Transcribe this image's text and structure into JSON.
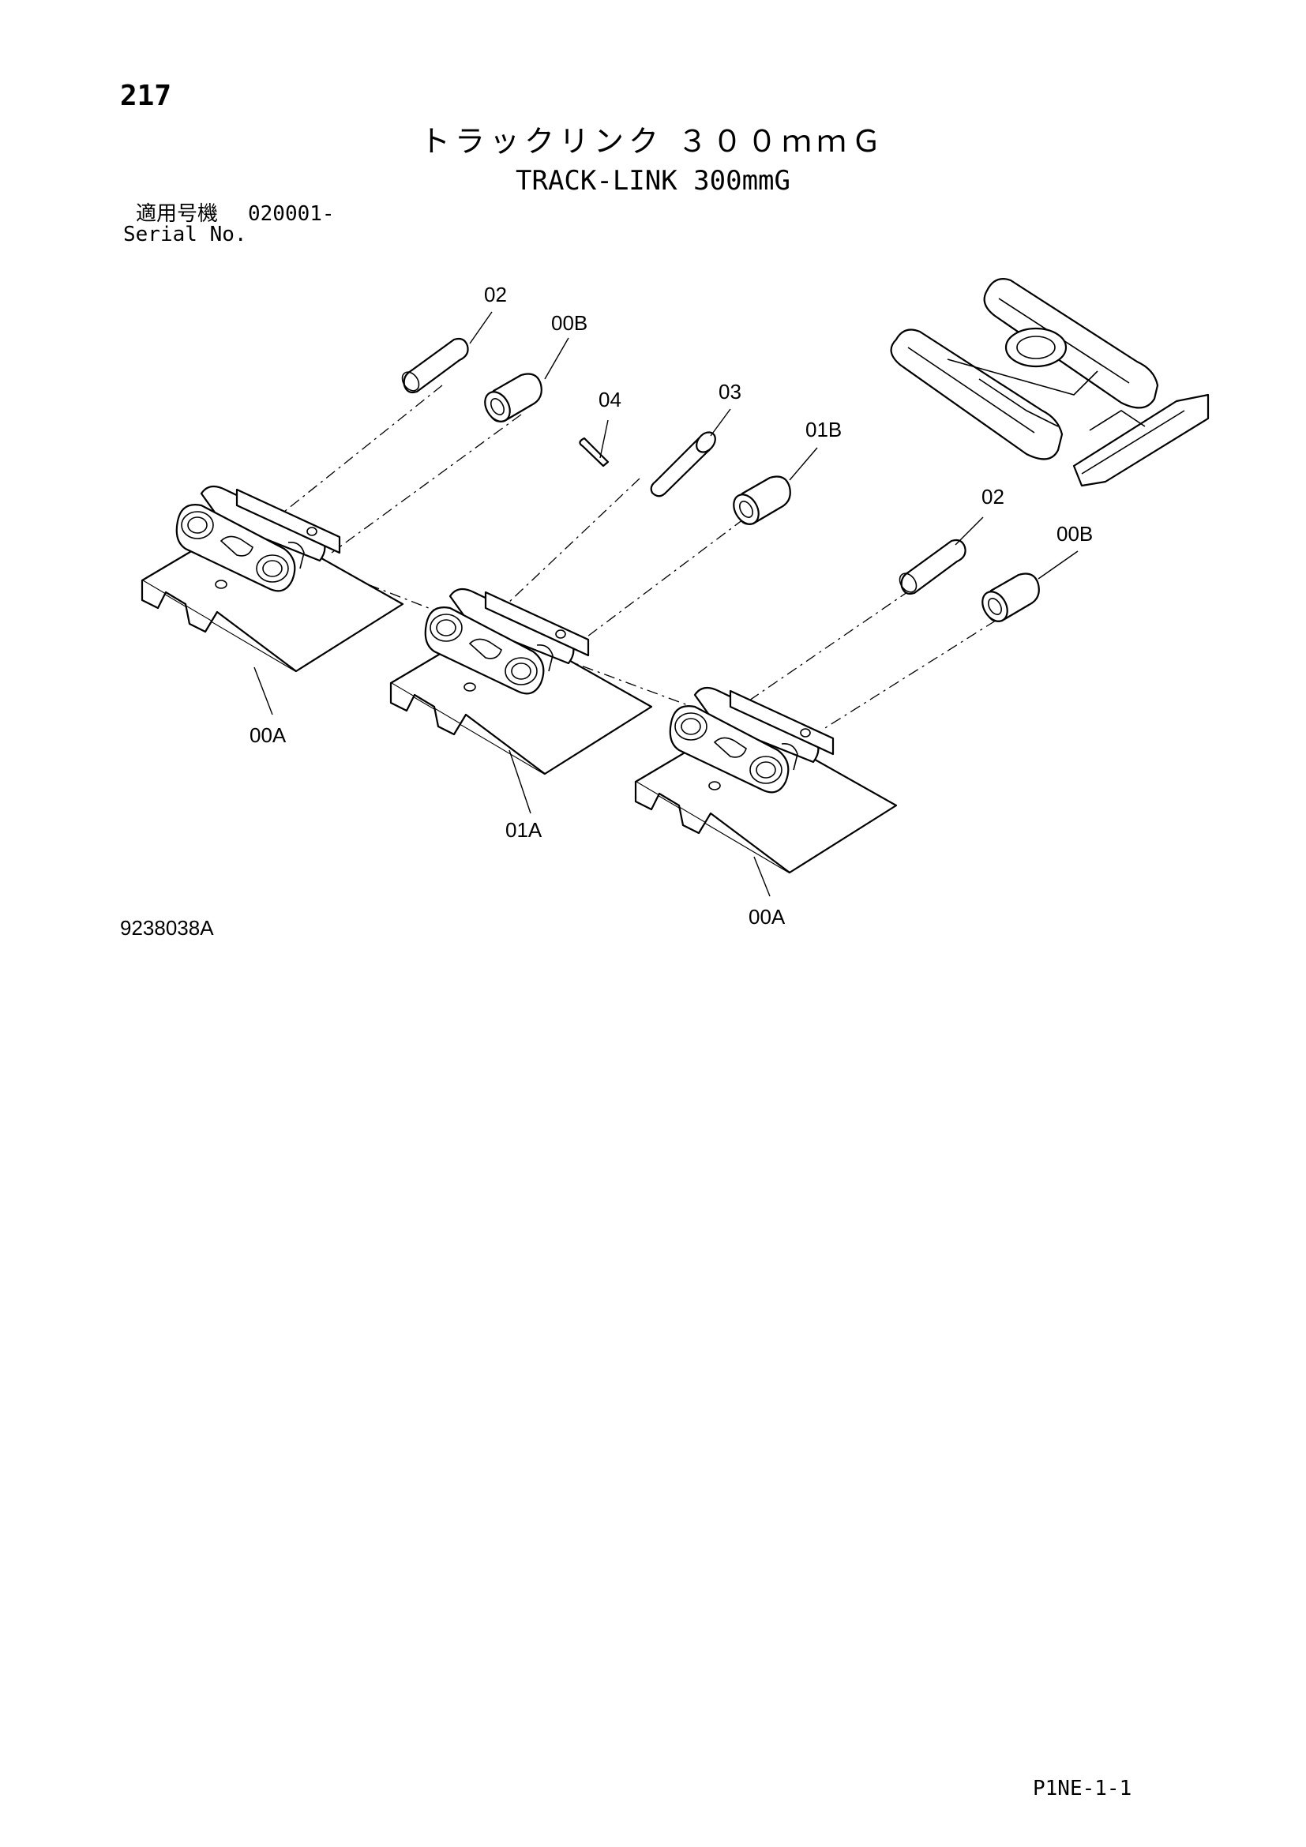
{
  "header": {
    "page_number": "217",
    "title_jp": "トラックリンク ３００ｍｍＧ",
    "title_en": "TRACK-LINK 300mmG",
    "serial_label_jp": "適用号機",
    "serial_value": "020001-",
    "serial_label_en": "Serial No."
  },
  "diagram": {
    "callouts": {
      "c1": "02",
      "c2": "00B",
      "c3": "04",
      "c4": "03",
      "c5": "01B",
      "c6": "02",
      "c7": "00B",
      "c8": "00A",
      "c9": "01A",
      "c10": "00A"
    },
    "icons": [
      "pin-part",
      "bushing-part",
      "cotter-pin-part",
      "master-pin-part",
      "track-shoe-link-assembly",
      "excavator-undercarriage-thumbnail"
    ]
  },
  "footer": {
    "drawing_number": "9238038A",
    "page_code": "P1NE-1-1"
  }
}
